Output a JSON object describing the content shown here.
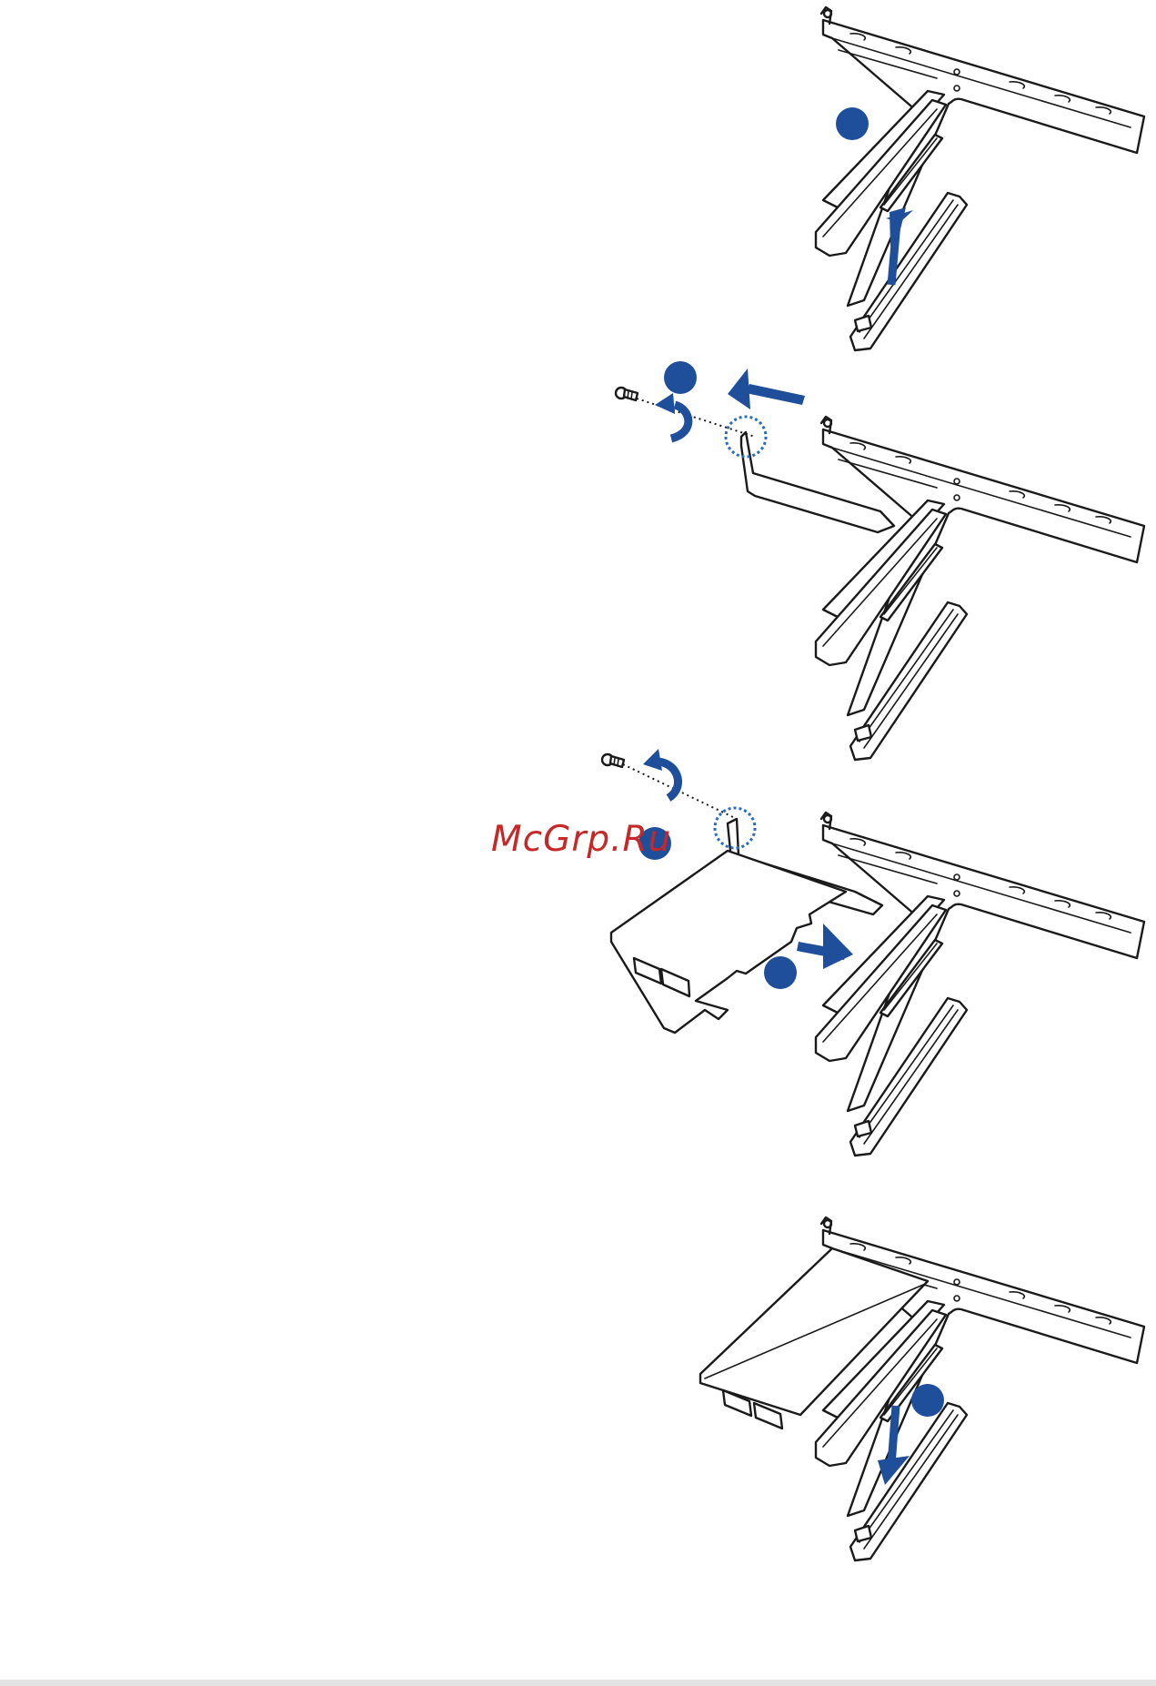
{
  "watermark": {
    "text": "McGrp.Ru",
    "color": "#c62828"
  },
  "illustrations": [
    {
      "step": "remove-bracket-from-riser",
      "icon": "riser-bracket-lift-icon"
    },
    {
      "step": "remove-screw-and-slot-cover",
      "icon": "slot-cover-removal-icon"
    },
    {
      "step": "insert-card-and-secure-screw",
      "icon": "card-insert-icon"
    },
    {
      "step": "reinstall-riser-bracket",
      "icon": "riser-bracket-install-icon"
    }
  ],
  "colors": {
    "accent": "#1f4f9a",
    "outline": "#1a1a1a",
    "highlight_circle": "#2a6cc0",
    "footer_bar": "#e3e3e3"
  }
}
